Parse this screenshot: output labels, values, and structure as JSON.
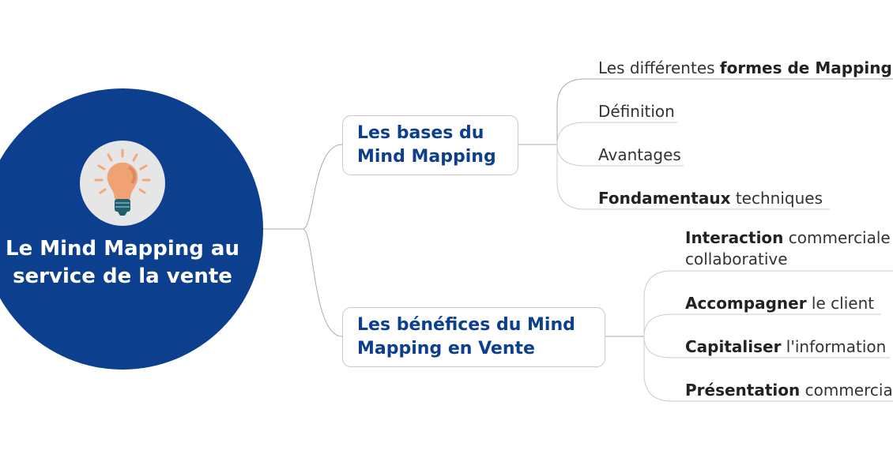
{
  "central": {
    "title": "Le Mind Mapping au service de la vente",
    "icon": "lightbulb-icon"
  },
  "topics": [
    {
      "label": "Les bases du Mind Mapping",
      "children": [
        {
          "plain": "Les différentes ",
          "bold": "formes de Mapping",
          "after": ""
        },
        {
          "plain": "Définition",
          "bold": "",
          "after": ""
        },
        {
          "plain": "Avantages",
          "bold": "",
          "after": ""
        },
        {
          "plain": "",
          "bold": "Fondamentaux",
          "after": " techniques"
        }
      ]
    },
    {
      "label": "Les bénéfices du Mind Mapping en Vente",
      "children": [
        {
          "plain": "",
          "bold": "Interaction",
          "after": " commerciale et collaborative"
        },
        {
          "plain": "",
          "bold": "Accompagner",
          "after": " le client"
        },
        {
          "plain": "",
          "bold": "Capitaliser",
          "after": " l'information"
        },
        {
          "plain": "",
          "bold": "Présentation",
          "after": " commerciale"
        }
      ]
    }
  ]
}
